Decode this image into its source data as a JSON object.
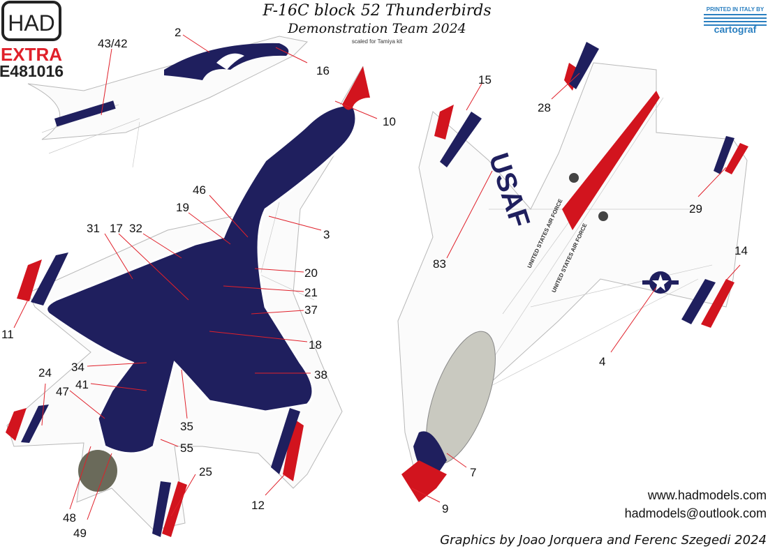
{
  "brand": {
    "logo_text": "HAD",
    "extra": "EXTRA",
    "code": "E481016"
  },
  "title": {
    "line1": "F-16C block 52 Thunderbirds",
    "line2": "Demonstration Team 2024",
    "scale_note": "scaled for Tamiya kit"
  },
  "printer": {
    "printed": "PRINTED IN ITALY BY",
    "name": "cartograf"
  },
  "markings": {
    "usaf": "USAF",
    "usaf_text": "UNITED STATES AIR FORCE"
  },
  "callouts": [
    "43/42",
    "2",
    "16",
    "10",
    "46",
    "19",
    "3",
    "31",
    "17",
    "32",
    "20",
    "21",
    "37",
    "18",
    "11",
    "38",
    "24",
    "34",
    "41",
    "47",
    "35",
    "55",
    "25",
    "48",
    "49",
    "12",
    "15",
    "28",
    "29",
    "83",
    "14",
    "4",
    "7",
    "9"
  ],
  "footer": {
    "website": "www.hadmodels.com",
    "email": "hadmodels@outlook.com",
    "credits": "Graphics by  Joao Jorquera and Ferenc Szegedi  2024"
  },
  "colors": {
    "navy": "#1f1f5e",
    "red": "#d2141e",
    "brand_red": "#e0202a",
    "cartograf_blue": "#2a7fc0"
  }
}
